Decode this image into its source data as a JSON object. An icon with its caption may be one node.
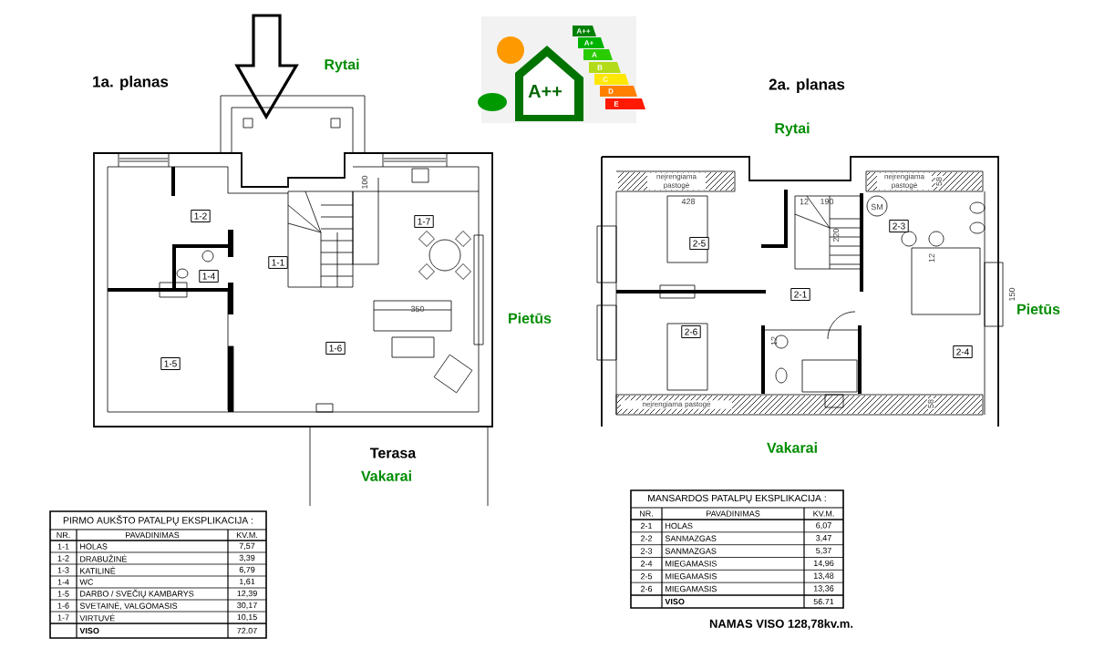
{
  "diagram": {
    "nodes": [
      {
        "text": [
          "1-2"
        ]
      },
      {
        "text": [
          "1-7"
        ]
      },
      {
        "text": [
          "1-1"
        ]
      },
      {
        "text": [
          "1-4"
        ]
      },
      {
        "text": [
          "1-5"
        ]
      },
      {
        "text": [
          "1-6"
        ]
      },
      {
        "text": [
          "2-5"
        ]
      },
      {
        "text": [
          "2-3"
        ]
      },
      {
        "text": [
          "2-1"
        ]
      },
      {
        "text": [
          "2-6"
        ]
      },
      {
        "text": [
          "2-4"
        ]
      }
    ],
    "labels": [
      "1a. planas",
      "Rytai",
      "2a. planas",
      "Rytai",
      "A++",
      "A++",
      "A+",
      "A",
      "B",
      "C",
      "D",
      "E",
      "100",
      "350",
      "428",
      "12",
      "190",
      "220",
      "SM",
      "12",
      "12",
      "58",
      "58",
      "150",
      "neįrengiama pastogė",
      "neįrengiama pastogė",
      "neįrengiama pastogė",
      "Pietūs",
      "Pietūs",
      "Terasa",
      "Vakarai",
      "Vakarai",
      "PIRMO AUKŠTO PATALPŲ EKSPLIKACIJA :",
      "NR.",
      "PAVADINIMAS",
      "KV.M.",
      "1-1",
      "HOLAS",
      "7,57",
      "1-2",
      "DRABUŽINĖ",
      "3,39",
      "1-3",
      "KATILINĖ",
      "6,79",
      "1-4",
      "WC",
      "1,61",
      "1-5",
      "DARBO / SVEČIŲ KAMBARYS",
      "12,39",
      "1-6",
      "SVETAINĖ, VALGOMASIS",
      "30,17",
      "1-7",
      "VIRTUVĖ",
      "10,15",
      "VISO",
      "72.07",
      "MANSARDOS PATALPŲ EKSPLIKACIJA :",
      "NR.",
      "PAVADINIMAS",
      "KV.M.",
      "2-1",
      "HOLAS",
      "6,07",
      "2-2",
      "SANMAZGAS",
      "3,47",
      "2-3",
      "SANMAZGAS",
      "5,37",
      "2-4",
      "MIEGAMASIS",
      "14,96",
      "2-5",
      "MIEGAMASIS",
      "13,48",
      "2-6",
      "MIEGAMASIS",
      "13,36",
      "VISO",
      "56.71",
      "NAMAS VISO 128,78kv.m."
    ]
  }
}
